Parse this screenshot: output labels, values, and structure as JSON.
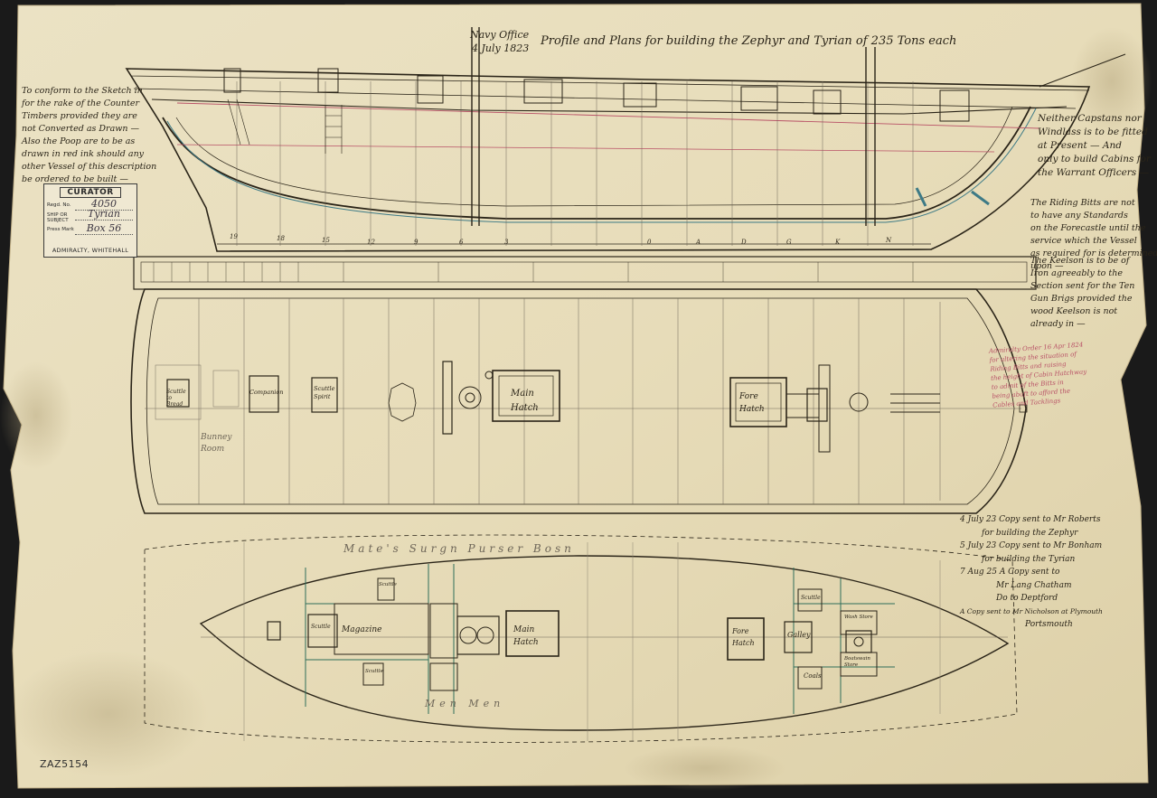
{
  "header": {
    "office_line1": "Navy Office",
    "office_line2": "4 July 1823",
    "title": "Profile and Plans for building the Zephyr and Tyrian of 235 Tons each"
  },
  "curator_label": {
    "title": "CURATOR",
    "rows": [
      {
        "label": "Regd. No.",
        "value": "4050"
      },
      {
        "label": "SHIP OR SUBJECT",
        "value": "Tyrian"
      },
      {
        "label": "Press Mark",
        "value": "Box 56"
      }
    ],
    "footer": "ADMIRALTY, WHITEHALL"
  },
  "left_note": [
    "To conform to the Sketch in",
    "for the rake of the Counter",
    "Timbers provided they are",
    "not Converted as Drawn —",
    "Also the Poop are to be as",
    "drawn in red ink should any",
    "other Vessel of this description",
    "be ordered to be built —"
  ],
  "right_notes": {
    "note1": [
      "Neither Capstans nor",
      "Windlass is to be fitted",
      "at Present — And",
      "only to build Cabins for",
      "the Warrant Officers —"
    ],
    "note2": [
      "The Riding Bitts are not",
      "to have any Standards",
      "on the Forecastle until the",
      "service which the Vessel",
      "as required for is determined",
      "upon —"
    ],
    "note3": [
      "The Keelson is to be of",
      "Iron agreeably to the",
      "Section sent for the Ten",
      "Gun Brigs provided the",
      "wood Keelson is not",
      "already in —"
    ],
    "pencil_note": [
      "Admiralty Order 16 Apr 1824",
      "for altering the situation of",
      "Riding Bitts and raising",
      "the height of Cabin Hatchway",
      "to admit of the Bitts in",
      "being abaft to afford the",
      "Cables and Tacklings"
    ]
  },
  "copy_notes": [
    "4 July 23 Copy sent to Mr Roberts",
    "for building the Zephyr",
    "5 July 23 Copy sent to Mr Bonham",
    "for building the Tyrian",
    "7 Aug 25 A Copy sent to",
    "Mr Lang Chatham",
    "Do to Deptford",
    "A Copy sent to Mr Nicholson at Plymouth",
    "Portsmouth"
  ],
  "upper_deck_labels": {
    "scuttle_bread": "Scuttle to Bread",
    "companion": "Companion",
    "scuttle_spirit": "Scuttle Spirit",
    "main_hatch": "Main Hatch",
    "fore_hatch": "Fore Hatch",
    "pencil_burn": "Bunney Room"
  },
  "lower_deck_labels": {
    "magazine": "Magazine",
    "scuttle1": "Scuttle",
    "scuttle2": "Scuttle",
    "scuttle3": "Scuttle",
    "main_hatch": "Main Hatch",
    "fore_hatch": "Fore Hatch",
    "galley": "Galley",
    "scuttle4": "Scuttle",
    "wash_store": "Wash Store",
    "coals": "Coals",
    "boatswain_store": "Boatswain Store",
    "pencil_top": "Mate's Surgn Purser Bosn",
    "pencil_bottom": "Men Men"
  },
  "station_numbers": [
    "19",
    "18",
    "15",
    "12",
    "9",
    "6",
    "3",
    "0",
    "A",
    "D",
    "G",
    "K",
    "N"
  ],
  "archive_ref": "ZAZ5154",
  "colors": {
    "paper": "#e6dbb8",
    "ink": "#2a2418",
    "red_ink": "#b85066",
    "green_ink": "#2f6e5a",
    "pencil": "#8a8270"
  }
}
